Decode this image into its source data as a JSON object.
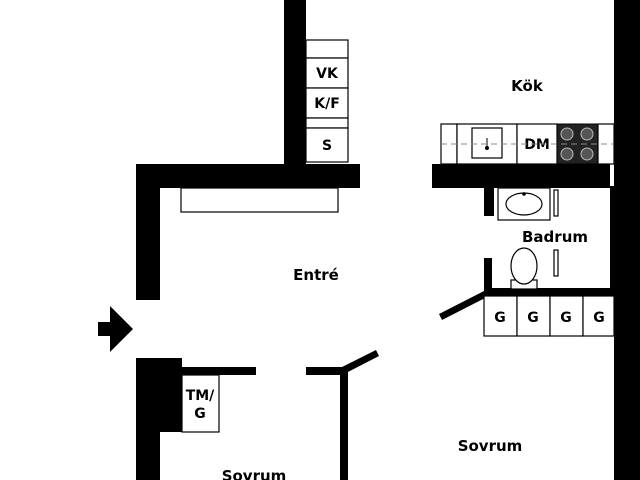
{
  "rooms": {
    "kitchen": "Kök",
    "entrance": "Entré",
    "bathroom": "Badrum",
    "bedroom_left": "Sovrum",
    "bedroom_right": "Sovrum"
  },
  "fixtures": {
    "vk": "VK",
    "kf": "K/F",
    "s": "S",
    "dm": "DM",
    "tmg_line1": "TM/",
    "tmg_line2": "G",
    "g_units": [
      "G",
      "G",
      "G",
      "G"
    ]
  },
  "icons": {
    "entrance_arrow": "arrow-right-icon"
  },
  "colors": {
    "walls": "#000000",
    "background": "#ffffff"
  }
}
